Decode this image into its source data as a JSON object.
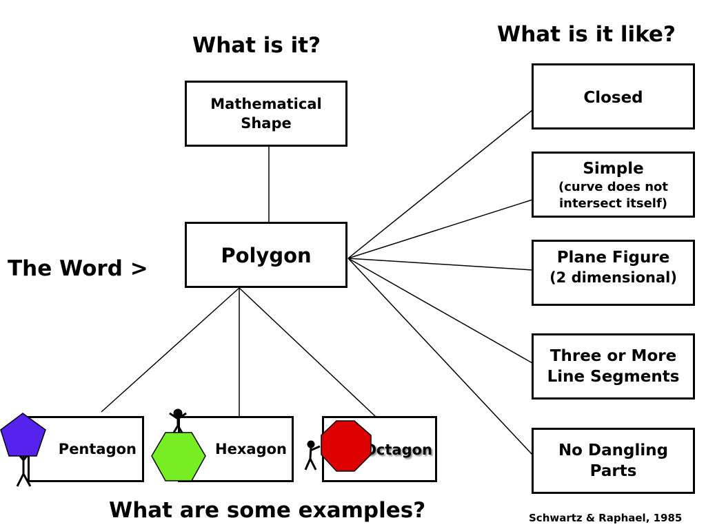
{
  "headings": {
    "what_is_it": "What is it?",
    "what_is_it_like": "What is it like?",
    "the_word": "The Word >",
    "examples": "What are some examples?"
  },
  "center": {
    "term": "Polygon",
    "category_line1": "Mathematical",
    "category_line2": "Shape"
  },
  "properties": [
    {
      "line1": "Closed",
      "line2": "",
      "line3": ""
    },
    {
      "line1": "Simple",
      "line2": "(curve does not",
      "line3": "intersect itself)"
    },
    {
      "line1": "Plane Figure",
      "line2": "(2 dimensional)",
      "line3": ""
    },
    {
      "line1": "Three or More",
      "line2": "Line Segments",
      "line3": ""
    },
    {
      "line1": "No Dangling",
      "line2": "Parts",
      "line3": ""
    }
  ],
  "examples": [
    {
      "label": "Pentagon",
      "color": "#5522ee"
    },
    {
      "label": "Hexagon",
      "color": "#77ee22"
    },
    {
      "label": "Octagon",
      "color": "#dd0000"
    }
  ],
  "citation": "Schwartz & Raphael, 1985"
}
